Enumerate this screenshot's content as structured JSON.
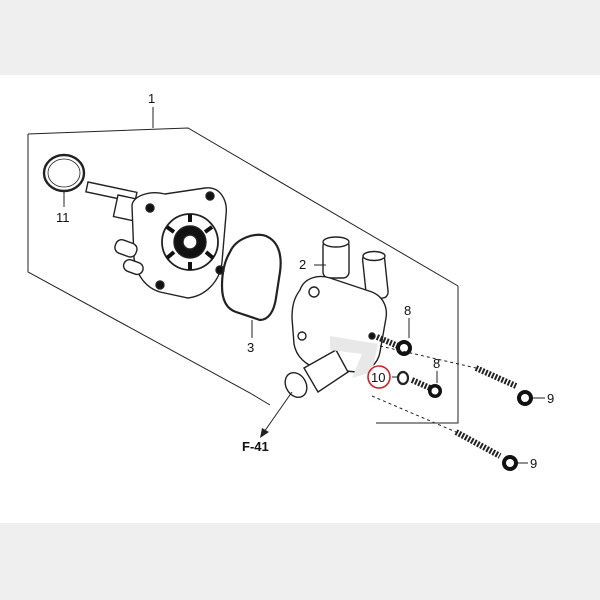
{
  "diagram": {
    "callouts": [
      {
        "id": "1",
        "text": "1"
      },
      {
        "id": "2",
        "text": "2"
      },
      {
        "id": "3",
        "text": "3"
      },
      {
        "id": "8a",
        "text": "8"
      },
      {
        "id": "8b",
        "text": "8"
      },
      {
        "id": "9a",
        "text": "9"
      },
      {
        "id": "9b",
        "text": "9"
      },
      {
        "id": "10",
        "text": "10"
      },
      {
        "id": "11",
        "text": "11"
      }
    ],
    "reference": "F-41",
    "highlight_color": "#d0202a"
  }
}
